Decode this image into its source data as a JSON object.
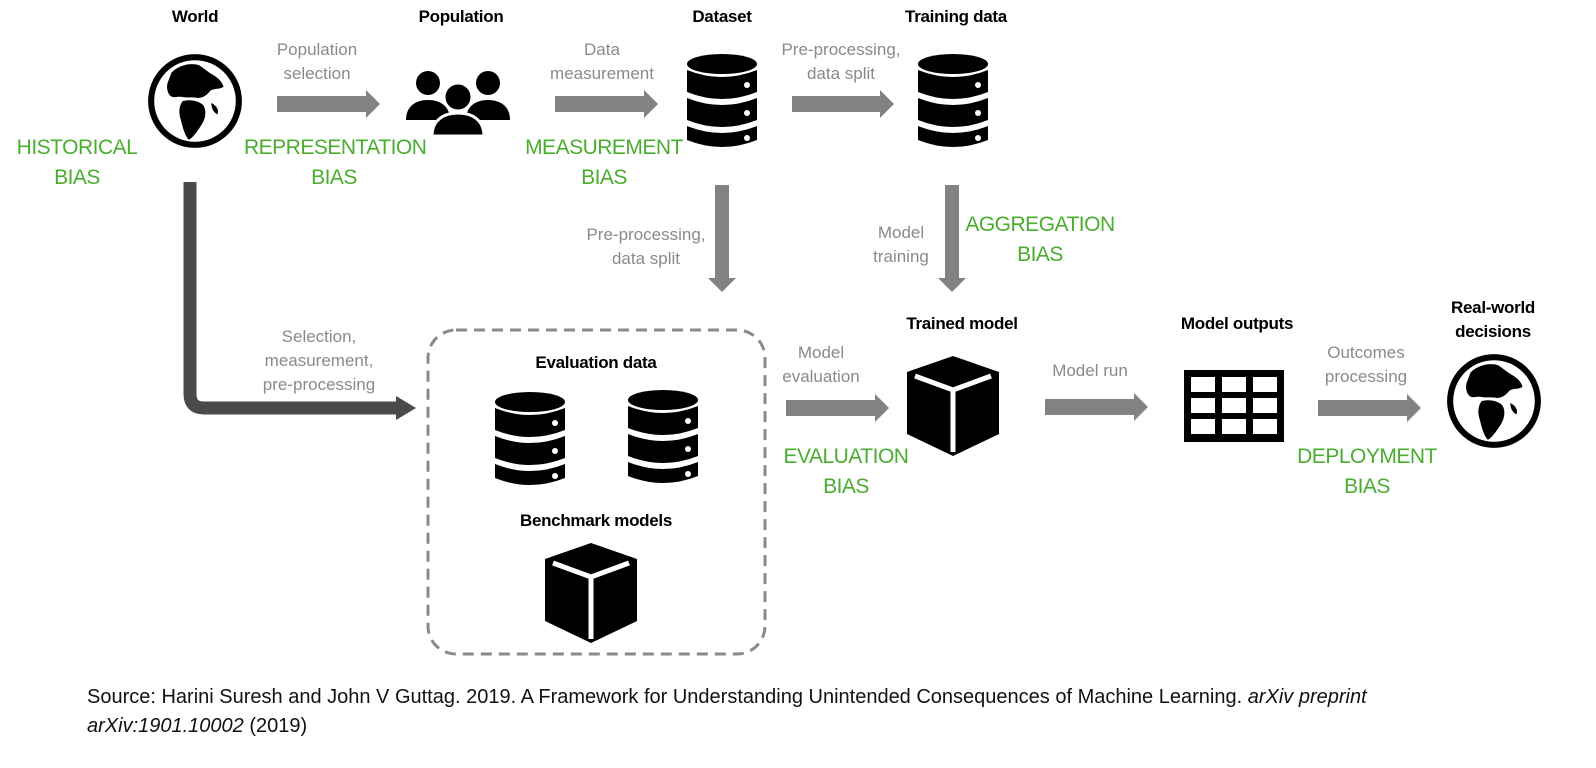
{
  "nodes": {
    "world": "World",
    "population": "Population",
    "dataset": "Dataset",
    "training_data": "Training data",
    "evaluation_data": "Evaluation data",
    "benchmark_models": "Benchmark models",
    "trained_model": "Trained model",
    "model_outputs": "Model outputs",
    "real_world_decisions": [
      "Real-world",
      "decisions"
    ]
  },
  "steps": {
    "population_selection": [
      "Population",
      "selection"
    ],
    "data_measurement": [
      "Data",
      "measurement"
    ],
    "preprocessing_split_top": [
      "Pre-processing,",
      "data split"
    ],
    "preprocessing_split_mid": [
      "Pre-processing,",
      "data split"
    ],
    "model_training": [
      "Model",
      "training"
    ],
    "selection_measurement": [
      "Selection,",
      "measurement,",
      "pre-processing"
    ],
    "model_evaluation": [
      "Model",
      "evaluation"
    ],
    "model_run": [
      "Model run"
    ],
    "outcomes_processing": [
      "Outcomes",
      "processing"
    ]
  },
  "biases": {
    "historical": [
      "HISTORICAL",
      "BIAS"
    ],
    "representation": [
      "REPRESENTATION",
      "BIAS"
    ],
    "measurement": [
      "MEASUREMENT",
      "BIAS"
    ],
    "aggregation": [
      "AGGREGATION",
      "BIAS"
    ],
    "evaluation": [
      "EVALUATION",
      "BIAS"
    ],
    "deployment": [
      "DEPLOYMENT",
      "BIAS"
    ]
  },
  "source": {
    "prefix": "Source: Harini Suresh and John V Guttag. 2019. A Framework for Understanding Unintended Consequences of Machine Learning. ",
    "venue": "arXiv preprint arXiv:1901.10002",
    "year": " (2019)"
  },
  "colors": {
    "bias": "#4aad2f",
    "arrow": "#828282",
    "step_text": "#8a8a8a",
    "historical_arrow": "#4a4a4a"
  }
}
